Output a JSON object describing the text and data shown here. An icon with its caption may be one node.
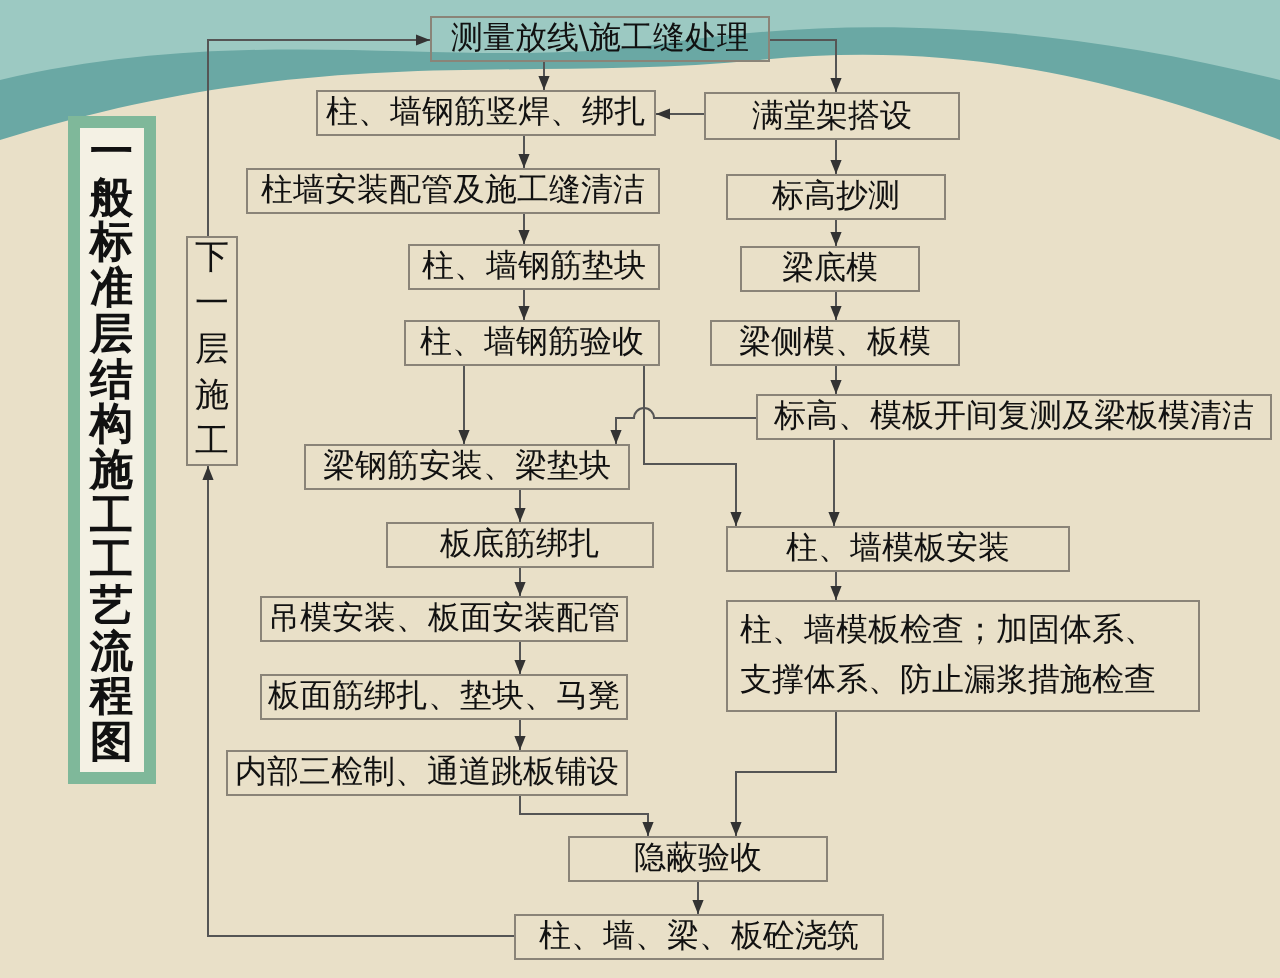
{
  "diagram": {
    "title": "一般标准层结构施工工艺流程图",
    "nodes": [
      {
        "text": [
          "测量放线\\施工缝处理"
        ]
      },
      {
        "text": [
          "柱、墙钢筋竖焊、绑扎"
        ]
      },
      {
        "text": [
          "满堂架搭设"
        ]
      },
      {
        "text": [
          "柱墙安装配管及施工缝清洁"
        ]
      },
      {
        "text": [
          "标高抄测"
        ]
      },
      {
        "text": [
          "柱、墙钢筋垫块"
        ]
      },
      {
        "text": [
          "梁底模"
        ]
      },
      {
        "text": [
          "柱、墙钢筋验收"
        ]
      },
      {
        "text": [
          "梁侧模、板模"
        ]
      },
      {
        "text": [
          "标高、模板开间复测及梁板模清洁"
        ]
      },
      {
        "text": [
          "梁钢筋安装、梁垫块"
        ]
      },
      {
        "text": [
          "板底筋绑扎"
        ]
      },
      {
        "text": [
          "柱、墙模板安装"
        ]
      },
      {
        "text": [
          "吊模安装、板面安装配管"
        ]
      },
      {
        "text": [
          "柱、墙模板检查；加固体系、支撑体系、防止漏浆措施检查"
        ]
      },
      {
        "text": [
          "板面筋绑扎、垫块、马凳"
        ]
      },
      {
        "text": [
          "内部三检制、通道跳板铺设"
        ]
      },
      {
        "text": [
          "隐蔽验收"
        ]
      },
      {
        "text": [
          "柱、墙、梁、板砼浇筑"
        ]
      },
      {
        "text": [
          "下一层施工"
        ]
      }
    ],
    "edges": [
      {
        "from": 0,
        "to": 1,
        "arrow": "to"
      },
      {
        "from": 0,
        "to": 2,
        "arrow": "to"
      },
      {
        "from": 2,
        "to": 1,
        "arrow": "to"
      },
      {
        "from": 1,
        "to": 3,
        "arrow": "to"
      },
      {
        "from": 3,
        "to": 5,
        "arrow": "to"
      },
      {
        "from": 5,
        "to": 7,
        "arrow": "to"
      },
      {
        "from": 2,
        "to": 4,
        "arrow": "to"
      },
      {
        "from": 4,
        "to": 6,
        "arrow": "to"
      },
      {
        "from": 6,
        "to": 8,
        "arrow": "to"
      },
      {
        "from": 8,
        "to": 9,
        "arrow": "to"
      },
      {
        "from": 7,
        "to": 10,
        "arrow": "to"
      },
      {
        "from": 7,
        "to": 12,
        "arrow": "to"
      },
      {
        "from": 9,
        "to": 12,
        "arrow": "to"
      },
      {
        "from": 9,
        "to": 10,
        "arrow": "to"
      },
      {
        "from": 10,
        "to": 11,
        "arrow": "to"
      },
      {
        "from": 11,
        "to": 13,
        "arrow": "to"
      },
      {
        "from": 13,
        "to": 15,
        "arrow": "to"
      },
      {
        "from": 15,
        "to": 16,
        "arrow": "to"
      },
      {
        "from": 16,
        "to": 17,
        "arrow": "to"
      },
      {
        "from": 12,
        "to": 14,
        "arrow": "to"
      },
      {
        "from": 14,
        "to": 17,
        "arrow": "to"
      },
      {
        "from": 17,
        "to": 18,
        "arrow": "to"
      },
      {
        "from": 18,
        "to": 19,
        "arrow": "to"
      },
      {
        "from": 19,
        "to": 0,
        "arrow": "to"
      }
    ]
  }
}
